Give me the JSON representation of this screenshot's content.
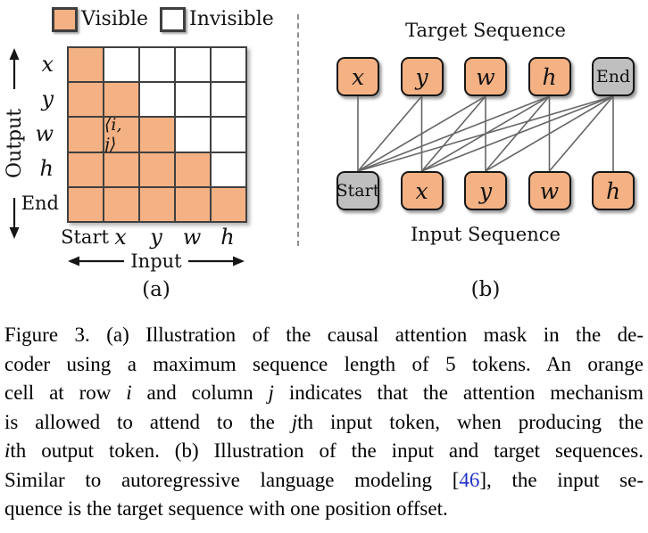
{
  "figure": {
    "panel_a": {
      "label": "(a)",
      "legend": [
        {
          "label": "Visible",
          "color": "#F4B183"
        },
        {
          "label": "Invisible",
          "color": "#FFFFFF"
        }
      ],
      "y_axis_label": "Output",
      "x_axis_label": "Input",
      "row_labels": [
        {
          "text": "x",
          "italic": true
        },
        {
          "text": "y",
          "italic": true
        },
        {
          "text": "w",
          "italic": true
        },
        {
          "text": "h",
          "italic": true
        },
        {
          "text": "End",
          "italic": false
        }
      ],
      "col_labels": [
        {
          "text": "Start",
          "italic": false
        },
        {
          "text": "x",
          "italic": true
        },
        {
          "text": "y",
          "italic": true
        },
        {
          "text": "w",
          "italic": true
        },
        {
          "text": "h",
          "italic": true
        }
      ],
      "mask": [
        [
          1,
          0,
          0,
          0,
          0
        ],
        [
          1,
          1,
          0,
          0,
          0
        ],
        [
          1,
          1,
          1,
          0,
          0
        ],
        [
          1,
          1,
          1,
          1,
          0
        ],
        [
          1,
          1,
          1,
          1,
          1
        ]
      ],
      "cell_annotation": {
        "row": 2,
        "col": 1,
        "text": "⟨i, j⟩"
      }
    },
    "panel_b": {
      "label": "(b)",
      "top_title": "Target Sequence",
      "bottom_title": "Input Sequence",
      "target_tokens": [
        {
          "text": "x",
          "type": "visible",
          "italic": true
        },
        {
          "text": "y",
          "type": "visible",
          "italic": true
        },
        {
          "text": "w",
          "type": "visible",
          "italic": true
        },
        {
          "text": "h",
          "type": "visible",
          "italic": true
        },
        {
          "text": "End",
          "type": "special",
          "italic": false
        }
      ],
      "input_tokens": [
        {
          "text": "Start",
          "type": "special",
          "italic": false
        },
        {
          "text": "x",
          "type": "visible",
          "italic": true
        },
        {
          "text": "y",
          "type": "visible",
          "italic": true
        },
        {
          "text": "w",
          "type": "visible",
          "italic": true
        },
        {
          "text": "h",
          "type": "visible",
          "italic": true
        }
      ],
      "edges": [
        [
          0,
          0
        ],
        [
          1,
          0
        ],
        [
          1,
          1
        ],
        [
          2,
          0
        ],
        [
          2,
          1
        ],
        [
          2,
          2
        ],
        [
          3,
          0
        ],
        [
          3,
          1
        ],
        [
          3,
          2
        ],
        [
          3,
          3
        ],
        [
          4,
          0
        ],
        [
          4,
          1
        ],
        [
          4,
          2
        ],
        [
          4,
          3
        ],
        [
          4,
          4
        ]
      ]
    },
    "colors": {
      "visible": "#F4B183",
      "special": "#BFBFBF",
      "grid_line": "#404040",
      "edge_line": "#666666",
      "box_border": "#161616",
      "citation": "#2233CC"
    }
  },
  "caption": {
    "lines": [
      [
        {
          "t": "Figure 3.  (a) Illustration of the causal attention mask in the de-"
        }
      ],
      [
        {
          "t": "coder using a maximum sequence length of 5 tokens.  An orange"
        }
      ],
      [
        {
          "t": "cell at row "
        },
        {
          "t": "i"
        },
        {
          "t": " and column "
        },
        {
          "t": "j"
        },
        {
          "t": " indicates that the attention mechanism"
        }
      ],
      [
        {
          "t": "is allowed to attend to the "
        },
        {
          "t": "j"
        },
        {
          "t": "th input token, when producing the"
        }
      ],
      [
        {
          "t": "i"
        },
        {
          "t": "th output token. (b) Illustration of the input and target sequences."
        }
      ],
      [
        {
          "t": "Similar to autoregressive language modeling ["
        },
        {
          "t": "46"
        },
        {
          "t": "], the input se-"
        }
      ],
      [
        {
          "t": "quence is the target sequence with one position offset."
        }
      ]
    ]
  }
}
